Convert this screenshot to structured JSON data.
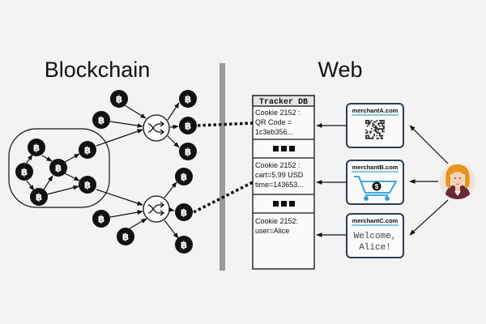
{
  "titles": {
    "left": "Blockchain",
    "right": "Web"
  },
  "icons": {
    "coin": "bitcoin-icon",
    "coin_glyph": "฿",
    "mixer": "shuffle-icon",
    "user": "user-avatar-icon",
    "cart": "shopping-cart-icon",
    "qr": "qr-code-icon"
  },
  "tracker": {
    "title": "Tracker DB",
    "ellipsis": "■ ■ ■",
    "entries": [
      {
        "lines": [
          "Cookie 2152 :",
          "QR Code =",
          "1c3eb356..."
        ]
      },
      {
        "lines": [
          "Cookie 2152 :",
          "cart=5.99 USD",
          "time=143653..."
        ]
      },
      {
        "lines": [
          "Cookie 2152:",
          "user=Alice"
        ]
      }
    ]
  },
  "merchants": [
    {
      "name": "merchantA.com",
      "content": "qr-code"
    },
    {
      "name": "merchantB.com",
      "content": "shopping-cart",
      "symbol": "$"
    },
    {
      "name": "merchantC.com",
      "content": "text",
      "lines": [
        "Welcome,",
        "Alice!"
      ]
    }
  ],
  "colors": {
    "background": "#f3f3f3",
    "divider": "#9a9a9a",
    "merchant_border": "#2c3e50",
    "merchant_underline": "#3fa9d6",
    "cart": "#2a9fd6",
    "coin": "#111111"
  }
}
